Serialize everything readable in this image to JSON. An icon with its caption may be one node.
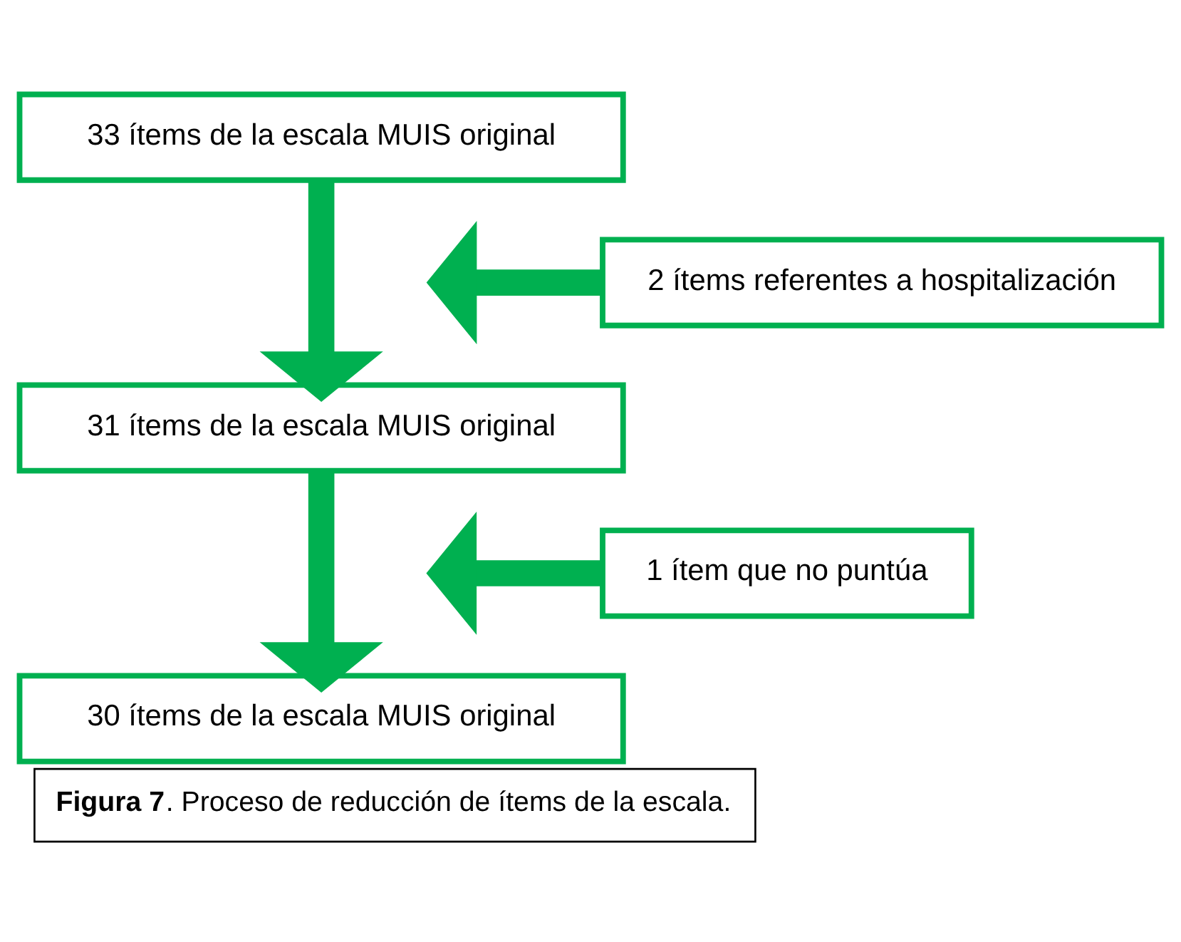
{
  "diagram": {
    "caption": "**Figura 7**. Proceso de reducción de ítems de la escala.",
    "nodes": [
      {
        "text": [
          "33 ítems de la escala MUIS original"
        ]
      },
      {
        "text": [
          "2 ítems referentes a hospitalización"
        ]
      },
      {
        "text": [
          "31 ítems de la escala MUIS original"
        ]
      },
      {
        "text": [
          "1 ítem que no puntúa"
        ]
      },
      {
        "text": [
          "30 ítems de la escala MUIS original"
        ]
      }
    ],
    "edges": [
      {
        "from": 0,
        "to": 2,
        "arrow": "to"
      },
      {
        "from": 1,
        "to": null,
        "arrow": "to"
      },
      {
        "from": 2,
        "to": 4,
        "arrow": "to"
      },
      {
        "from": 3,
        "to": null,
        "arrow": "to"
      }
    ]
  }
}
